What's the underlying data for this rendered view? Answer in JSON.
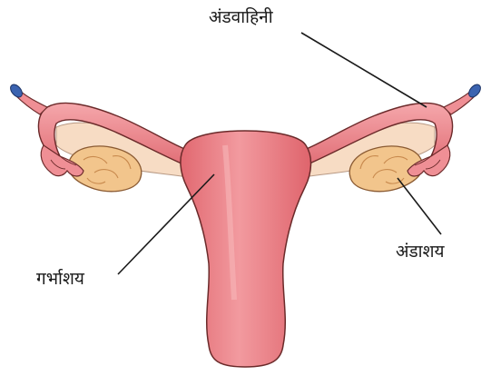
{
  "labels": {
    "fallopian_tube": "अंडवाहिनी",
    "ovary": "अंडाशय",
    "uterus": "गर्भाशय"
  },
  "colors": {
    "tissue": "#e97a80",
    "tissue_dark": "#c9555c",
    "tissue_light": "#f6aeb0",
    "ligament": "#f7dcc4",
    "ovary": "#f2c58c",
    "ovary_dark": "#c88a4e",
    "blue_ring": "#3b63b0",
    "outline": "#3a2222"
  }
}
